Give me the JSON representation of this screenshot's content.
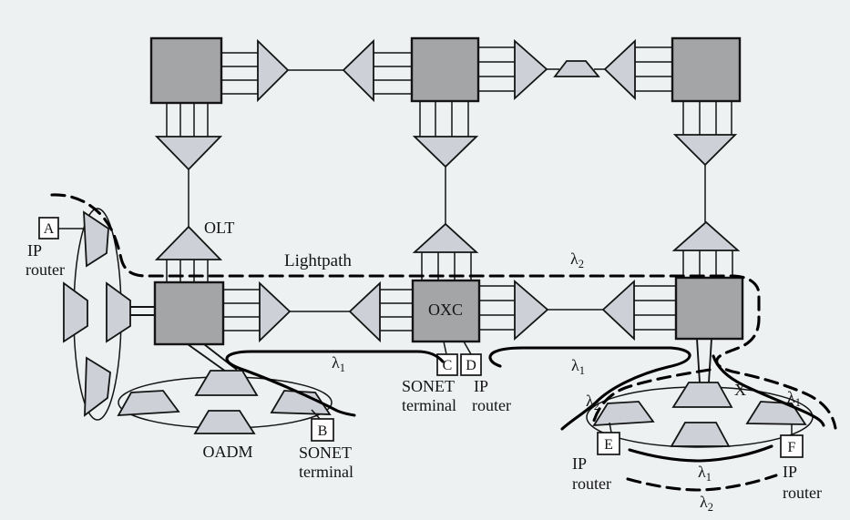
{
  "labels": {
    "olt": "OLT",
    "oxc": "OXC",
    "oadm": "OADM",
    "lightpath": "Lightpath",
    "x_marker": "X",
    "sonet": "SONET",
    "terminal": "terminal",
    "ip": "IP",
    "router": "router",
    "lambda_sym": "λ",
    "sub_1": "1",
    "sub_2": "2"
  },
  "endpoints": {
    "a": "A",
    "b": "B",
    "c": "C",
    "d": "D",
    "e": "E",
    "f": "F"
  },
  "colors": {
    "background": "#eef1f1",
    "node_fill": "#a3a5a7",
    "device_fill": "#cdd1d7",
    "line": "#141414",
    "lightpath": "#000000"
  }
}
